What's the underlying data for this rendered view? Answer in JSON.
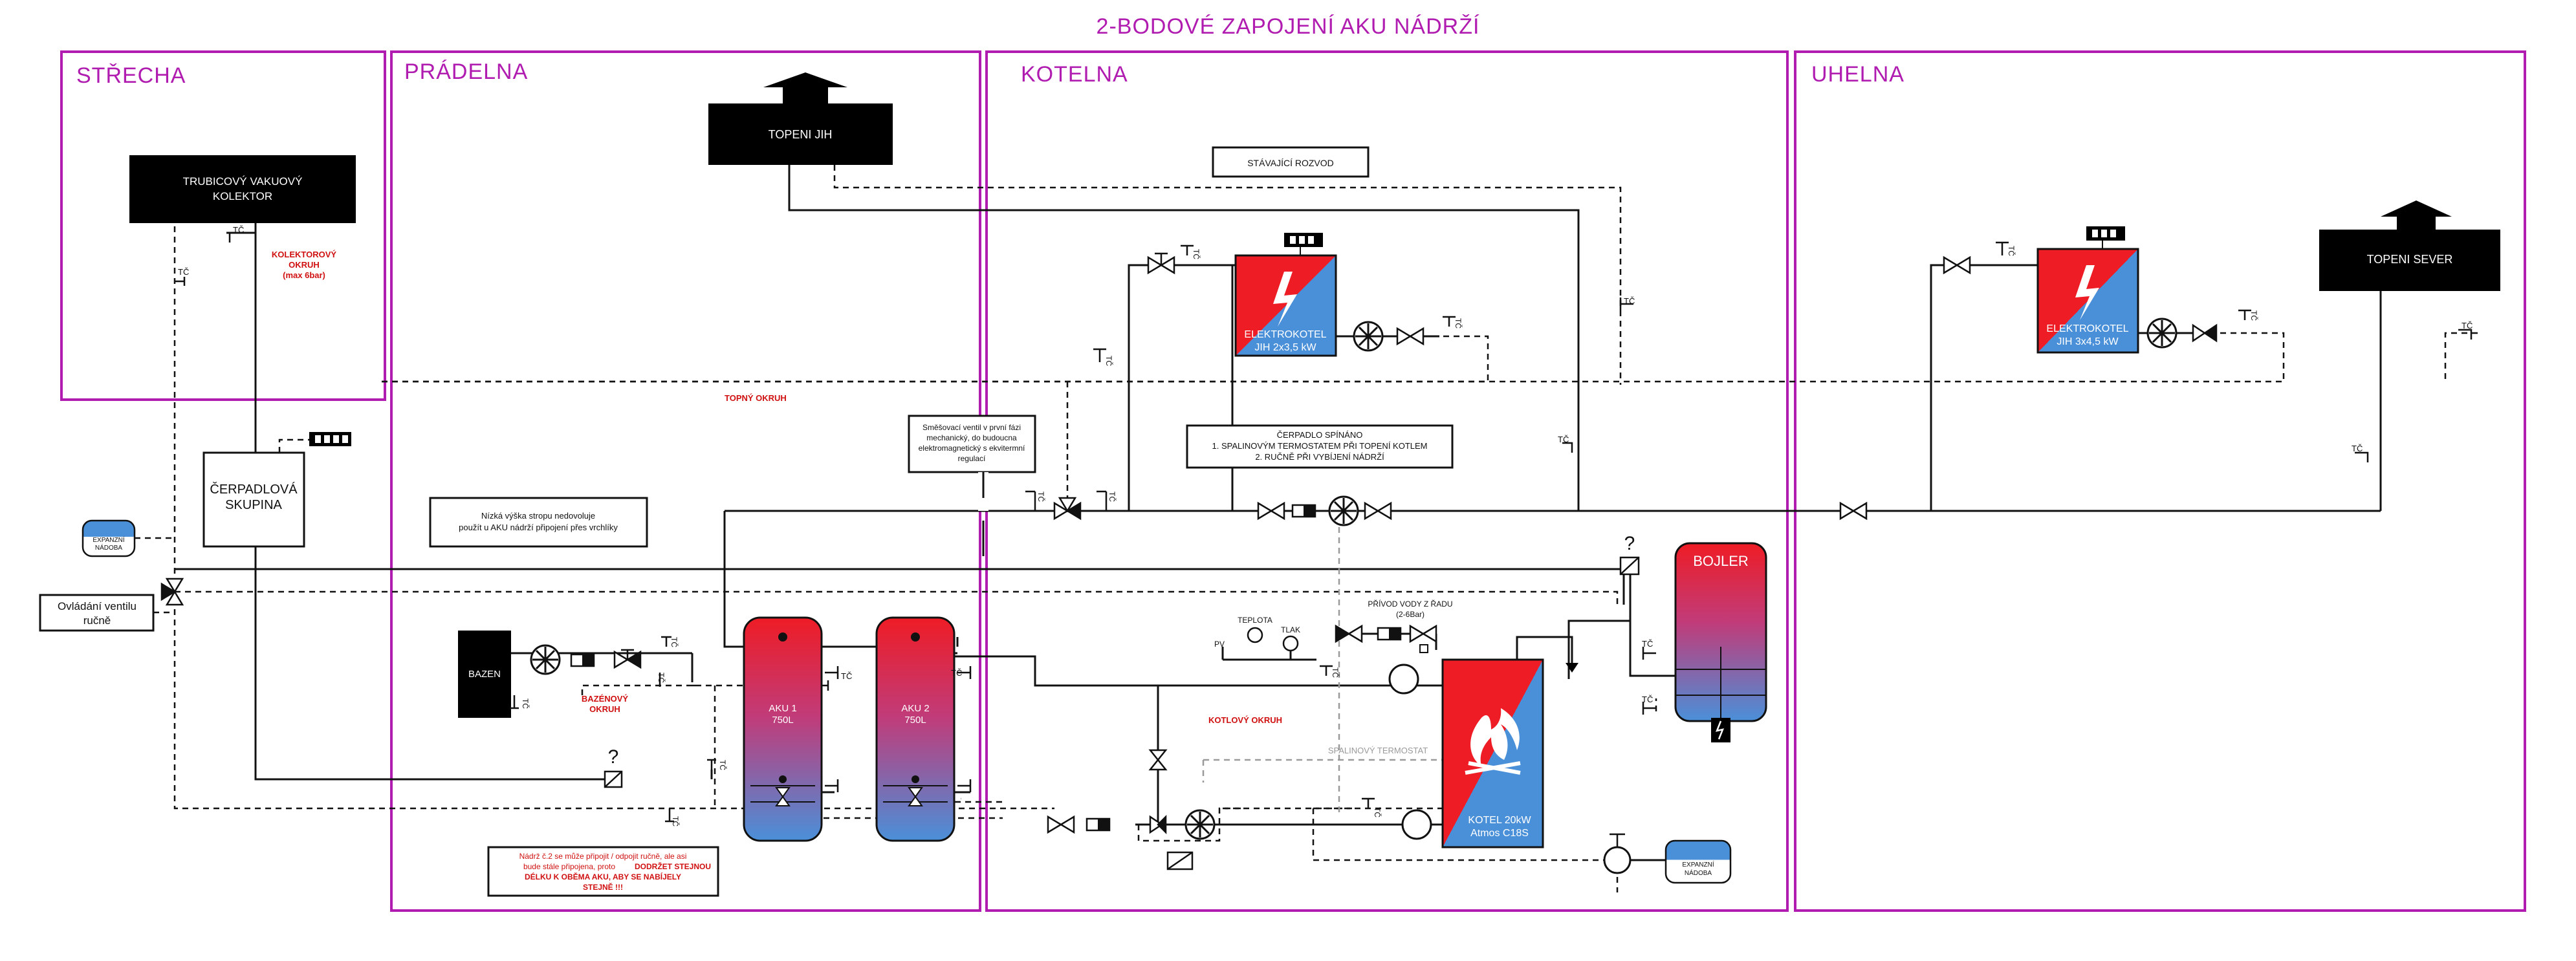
{
  "title": "2-BODOVÉ ZAPOJENÍ AKU NÁDRŽÍ",
  "zones": {
    "strecha": "STŘECHA",
    "pradelna": "PRÁDELNA",
    "kotelna": "KOTELNA",
    "uhelna": "UHELNA"
  },
  "labels": {
    "kolektor_1": "TRUBICOVÝ VAKUOVÝ",
    "kolektor_2": "KOLEKTOR",
    "kolektorovy_1": "KOLEKTOROVÝ",
    "kolektorovy_2": "OKRUH",
    "kolektorovy_3": "(max 6bar)",
    "cerpadlova_1": "ČERPADLOVÁ",
    "cerpadlova_2": "SKUPINA",
    "expanzni_1": "EXPANZNÍ",
    "expanzni_2": "NÁDOBA",
    "ovladani_1": "Ovládání ventilu",
    "ovladani_2": "ručně",
    "nizka_1": "Nízká výška stropu nedovoluje",
    "nizka_2": "použít u AKU nádrží připojení přes vrchlíky",
    "topeni_jih": "TOPENI JIH",
    "topny_okruh": "TOPNÝ OKRUH",
    "smes_1": "Směšovací ventil v první fázi",
    "smes_2": "mechanický, do budoucna",
    "smes_3": "elektromagnetický s ekvitermní",
    "smes_4": "regulací",
    "bazen": "BAZEN",
    "bazenovy_1": "BAZÉNOVÝ",
    "bazenovy_2": "OKRUH",
    "aku1_1": "AKU 1",
    "aku1_2": "750L",
    "aku2_1": "AKU 2",
    "aku2_2": "750L",
    "nadrz_1": "Nádrž č.2 se může připojit / odpojit ručně, ale asi",
    "nadrz_2": "bude stále připojena, proto",
    "nadrz_3": "DODRŽET STEJNOU",
    "nadrz_4": "DÉLKU K OBĚMA AKU, ABY SE NABÍJELY",
    "nadrz_5": "STEJNĚ !!!",
    "stavajici": "STÁVAJÍCÍ ROZVOD",
    "ek_jih_1": "ELEKTROKOTEL",
    "ek_jih_2": "JIH 2x3,5 kW",
    "cerpadlo_1": "ČERPADLO SPÍNÁNO",
    "cerpadlo_2": "1. SPALINOVÝM TERMOSTATEM PŘI TOPENÍ KOTLEM",
    "cerpadlo_3": "2. RUČNĚ PŘI VYBÍJENÍ NÁDRŽÍ",
    "teplota": "TEPLOTA",
    "pv": "PV",
    "tlak": "TLAK",
    "privod_1": "PŘÍVOD VODY Z ŘADU",
    "privod_2": "(2-6Bar)",
    "kotlovy": "KOTLOVÝ OKRUH",
    "spalinovy": "SPALINOVÝ TERMOSTAT",
    "kotel_1": "KOTEL 20kW",
    "kotel_2": "Atmos C18S",
    "bojler": "BOJLER",
    "expanzni_k_1": "EXPANZNÍ",
    "expanzni_k_2": "NÁDOBA",
    "topeni_sever": "TOPENI SEVER",
    "ek_sever_1": "ELEKTROKOTEL",
    "ek_sever_2": "JIH 3x4,5 kW",
    "tc": "TČ",
    "question": "?"
  },
  "colors": {
    "zone": "#b01bb0",
    "hot": "#ee1c25",
    "cold": "#4a90d9",
    "note_red": "#d01010"
  }
}
